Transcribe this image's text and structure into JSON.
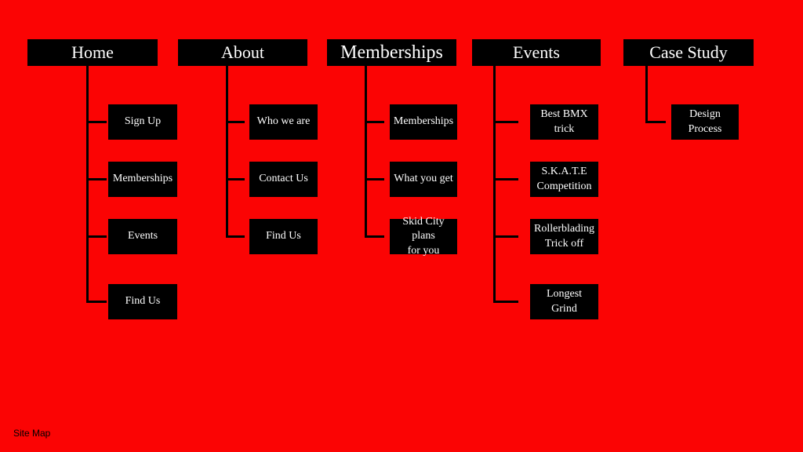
{
  "canvas": {
    "background_color": "#fb0404",
    "node_color": "#000000",
    "node_text_color": "#ffffff",
    "connector_color": "#000000",
    "caption_color": "#000000"
  },
  "caption": "Site Map",
  "columns": [
    {
      "title": "Home",
      "children": [
        "Sign Up",
        "Memberships",
        "Events",
        "Find Us"
      ]
    },
    {
      "title": "About",
      "children": [
        "Who we are",
        "Contact Us",
        "Find Us"
      ]
    },
    {
      "title": "Memberships",
      "children": [
        "Memberships",
        "What you get",
        "Skid City plans\nfor you"
      ]
    },
    {
      "title": "Events",
      "children": [
        "Best BMX\ntrick",
        "S.K.A.T.E\nCompetition",
        "Rollerblading\nTrick off",
        "Longest\nGrind"
      ]
    },
    {
      "title": "Case Study",
      "children": [
        "Design\nProcess"
      ]
    }
  ]
}
